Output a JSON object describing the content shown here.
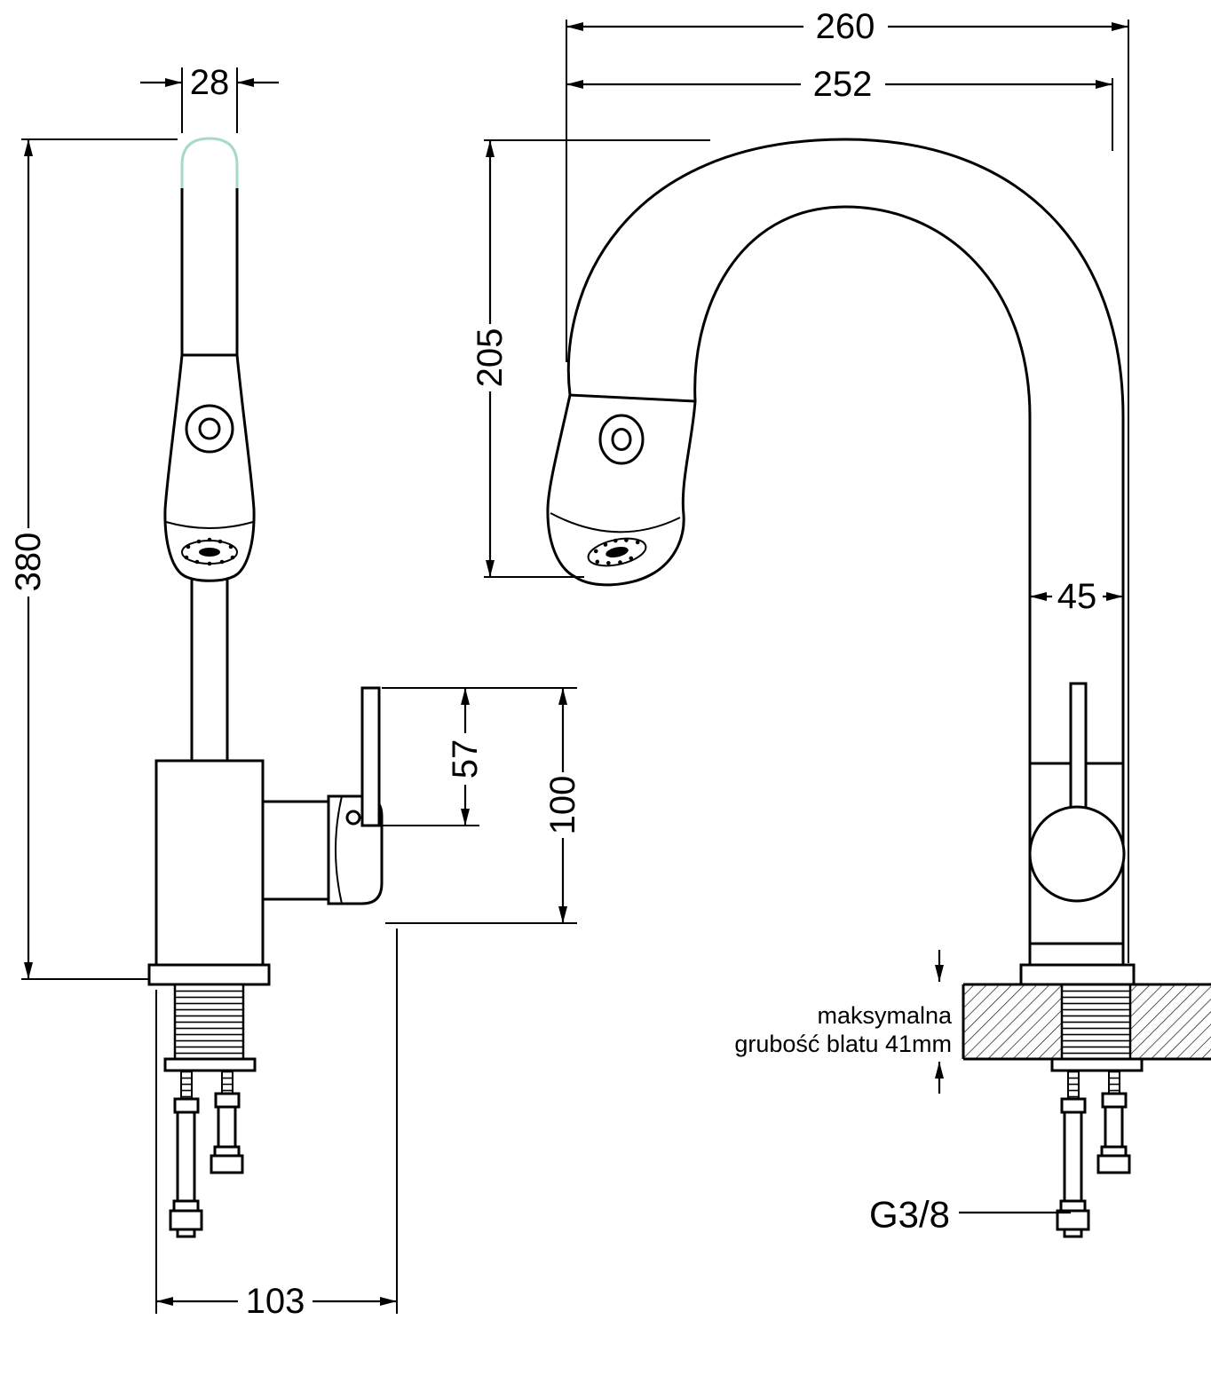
{
  "drawing": {
    "kind": "technical-dimension-drawing",
    "subject": "kitchen faucet with pull-out spray head, front view and side view",
    "units": "mm",
    "colors": {
      "line": "#000000",
      "background": "#ffffff",
      "accent_cap": "#a6d9cb"
    },
    "dimensions": {
      "spout_width": "28",
      "overall_height": "380",
      "lever_height": "57",
      "handle_height": "100",
      "base_depth": "103",
      "total_depth": "260",
      "spout_reach": "252",
      "spout_clearance": "205",
      "pipe_width": "45"
    },
    "labels": {
      "thread_size": "G3/8",
      "countertop_note_line1": "maksymalna",
      "countertop_note_line2": "grubość blatu 41mm"
    }
  }
}
